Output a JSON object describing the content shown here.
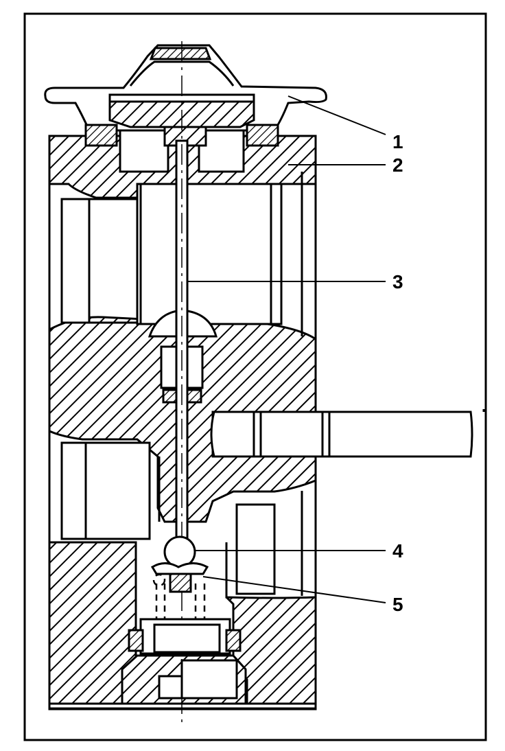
{
  "figure": {
    "callouts": [
      {
        "number": "1"
      },
      {
        "number": "2"
      },
      {
        "number": "3"
      },
      {
        "number": "4"
      },
      {
        "number": "5"
      }
    ]
  },
  "colors": {
    "ink": "#000000",
    "paper": "#ffffff"
  }
}
